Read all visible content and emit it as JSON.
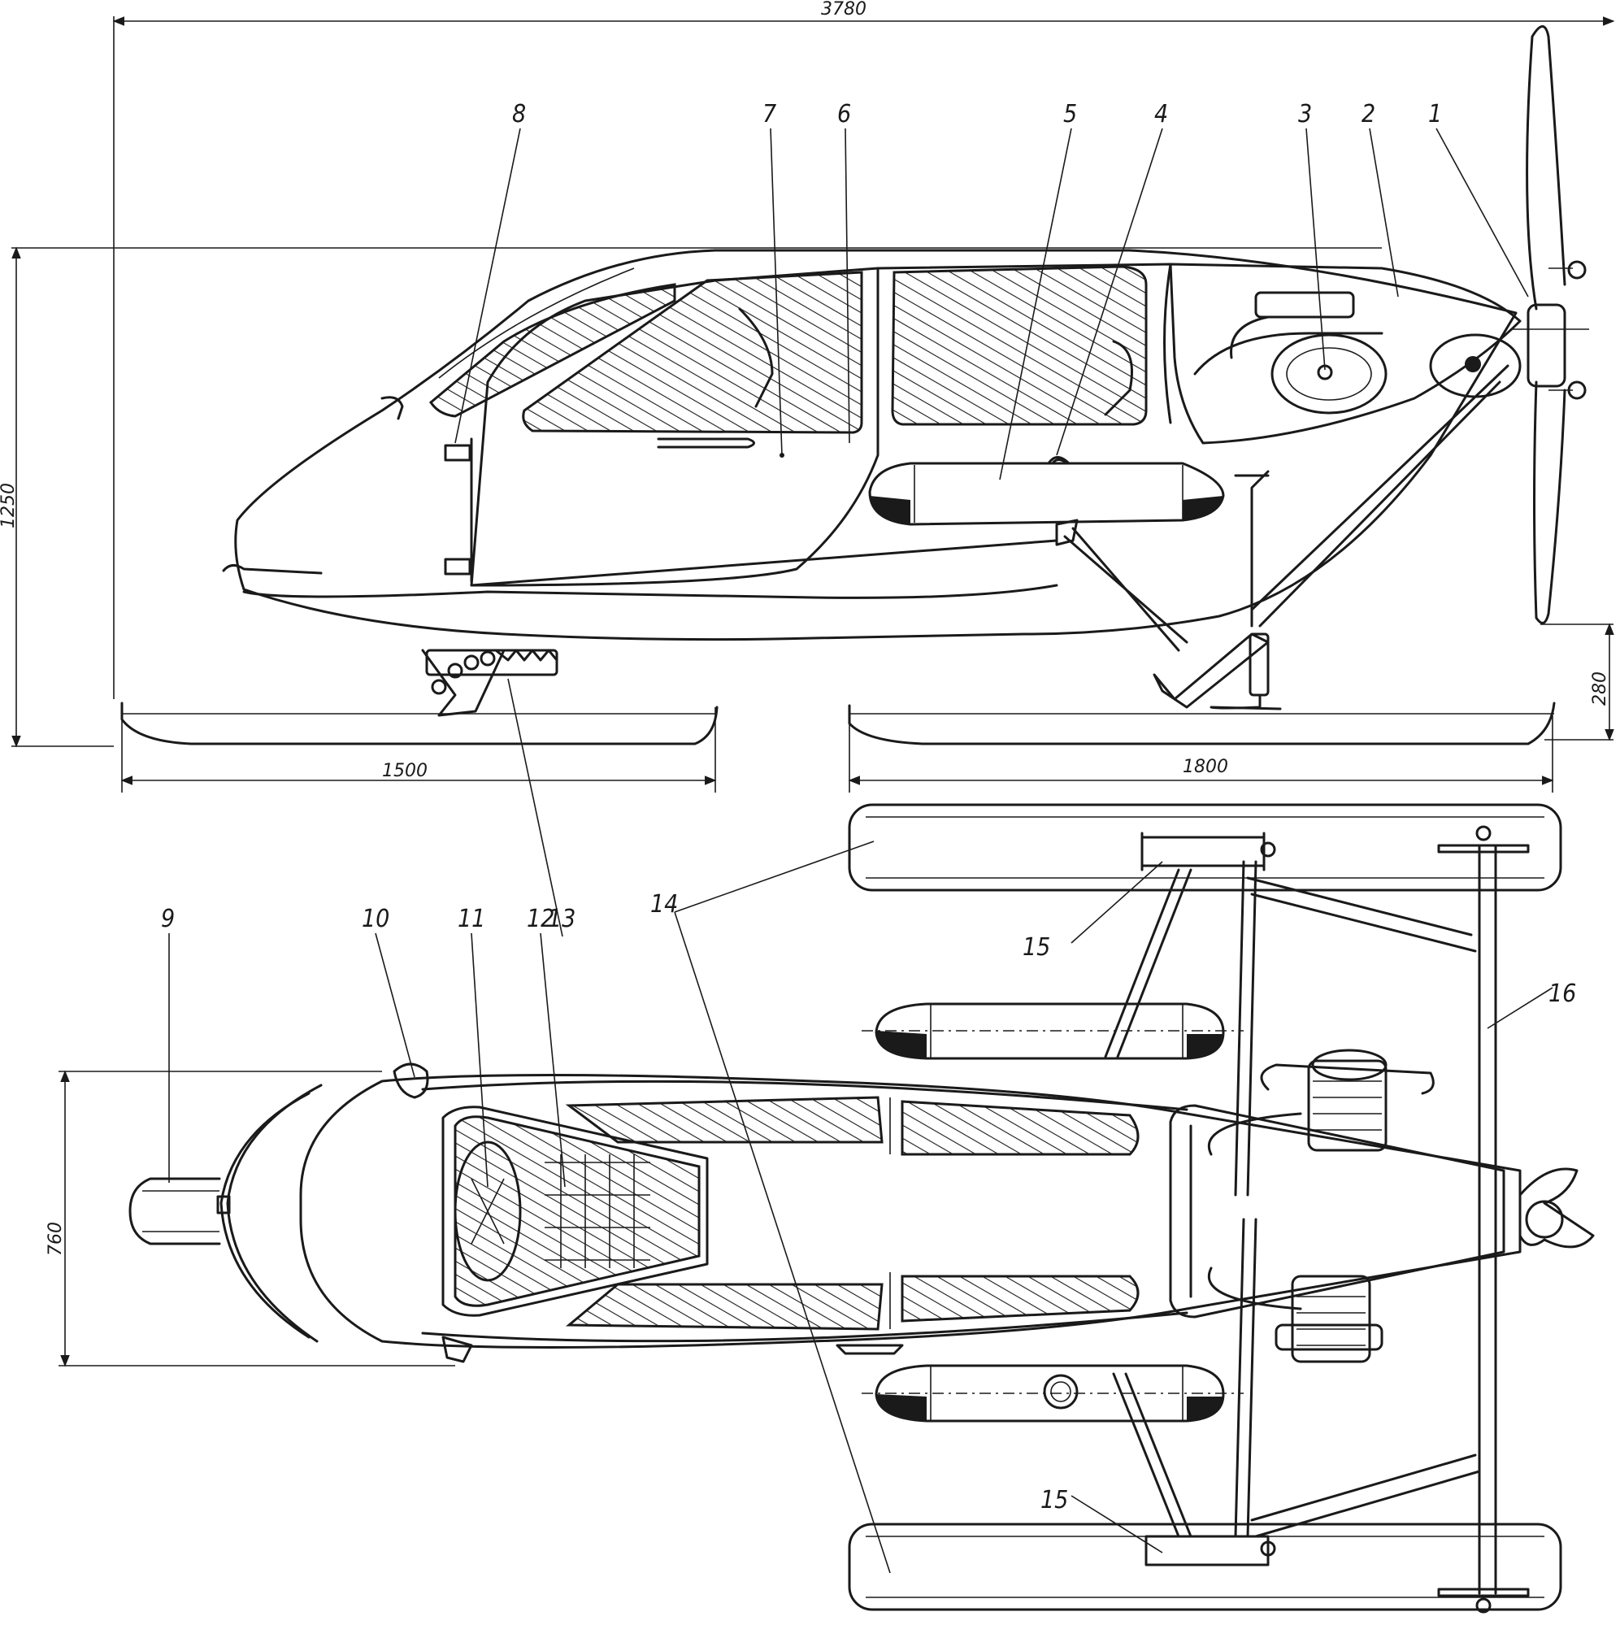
{
  "dimensions": {
    "overall_length": "3780",
    "overall_height": "1250",
    "front_ski_length": "1500",
    "rear_ski_length": "1800",
    "ground_clearance": "280",
    "width": "760"
  },
  "callouts": [
    "1",
    "2",
    "3",
    "4",
    "5",
    "6",
    "7",
    "8",
    "9",
    "10",
    "11",
    "12",
    "13",
    "14",
    "15",
    "15",
    "16"
  ],
  "colors": {
    "ink": "#1a1a1a",
    "paper": "#ffffff"
  }
}
